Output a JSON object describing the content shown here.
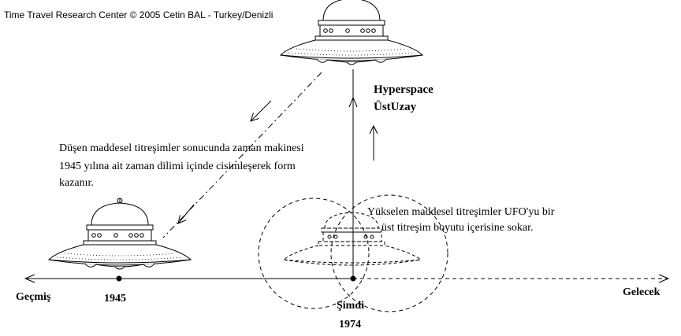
{
  "credit": "Time Travel Research Center © 2005 Cetin BAL  - Turkey/Denizli",
  "hyperspace": {
    "line1": "Hyperspace",
    "line2": "ÜstUzay"
  },
  "note_left": {
    "line1": "Düşen maddesel titreşimler sonucunda zaman makinesi",
    "line2": "1945 yılına ait zaman dilimi içinde cisimleşerek form",
    "line3": "kazanır."
  },
  "note_right": {
    "line1": "Yükselen  maddesel titreşimler UFO'yu bir",
    "line2": "üst titreşim boyutu içerisine sokar."
  },
  "timeline": {
    "past": "Geçmiş",
    "future": "Gelecek",
    "year_past": "1945",
    "now": "Şimdi",
    "year_now": "1974"
  }
}
